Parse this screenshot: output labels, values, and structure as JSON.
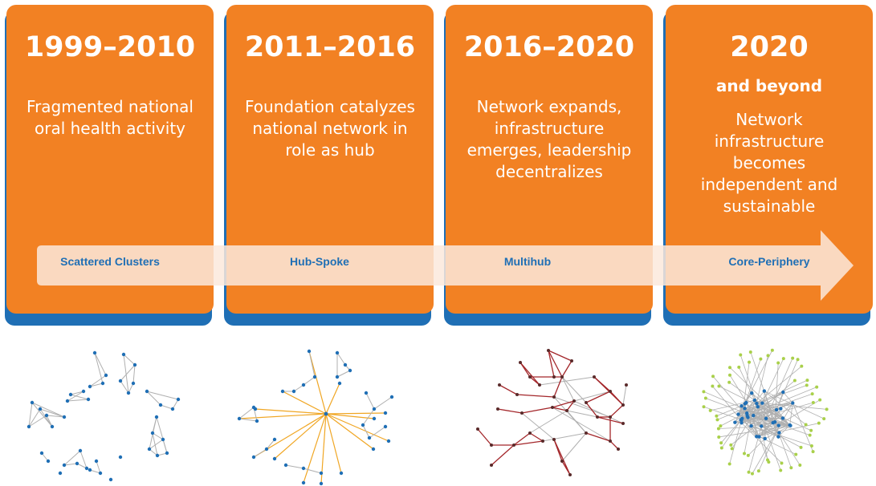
{
  "colors": {
    "card": "#f28123",
    "card_shadow": "#1f6fb5",
    "arrow": "#f8e9df",
    "label": "#1f6fb5",
    "node_blue": "#1f6fb5",
    "edge_gray": "#b0b0b0",
    "edge_orange": "#f0a623",
    "edge_red": "#a3262a",
    "node_dark": "#5a2a2a",
    "node_green": "#a9d04a"
  },
  "eras": [
    {
      "period": "1999–2010",
      "subperiod": "",
      "description": "Fragmented national oral health activity",
      "stage": "Scattered Clusters"
    },
    {
      "period": "2011–2016",
      "subperiod": "",
      "description": "Foundation catalyzes national network in role as hub",
      "stage": "Hub-Spoke"
    },
    {
      "period": "2016–2020",
      "subperiod": "",
      "description": "Network expands, infrastructure emerges, leadership decentralizes",
      "stage": "Multihub"
    },
    {
      "period": "2020",
      "subperiod": "and beyond",
      "description": "Network infrastructure becomes independent and sustainable",
      "stage": "Core-Periphery"
    }
  ]
}
